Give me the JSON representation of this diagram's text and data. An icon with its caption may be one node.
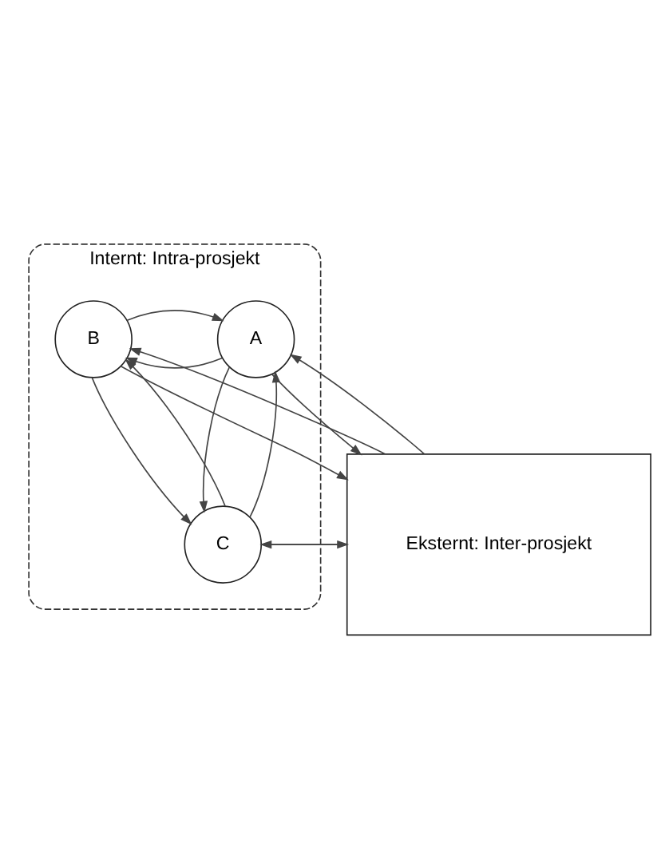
{
  "diagram": {
    "nodes": [
      {
        "text": [
          "Internt: Intra-prosjekt"
        ]
      },
      {
        "text": [
          "A"
        ],
        "in": 0
      },
      {
        "text": [
          "B"
        ],
        "in": 0
      },
      {
        "text": [
          "C"
        ],
        "in": 0
      },
      {
        "text": [
          "Eksternt: Inter-prosjekt"
        ]
      }
    ],
    "edges": [
      {
        "from": 1,
        "to": 2,
        "arrow": "to"
      },
      {
        "from": 2,
        "to": 1,
        "arrow": "to"
      },
      {
        "from": 3,
        "to": 1,
        "arrow": "to"
      },
      {
        "from": 1,
        "to": 3,
        "arrow": "to"
      },
      {
        "from": 3,
        "to": 2,
        "arrow": "to"
      },
      {
        "from": 2,
        "to": 3,
        "arrow": "to"
      },
      {
        "from": 4,
        "to": 1,
        "arrow": "to"
      },
      {
        "from": 1,
        "to": 4,
        "arrow": "to"
      },
      {
        "from": 3,
        "to": 4,
        "arrow": "to"
      },
      {
        "from": 4,
        "to": 3,
        "arrow": "to"
      },
      {
        "from": 2,
        "to": 4,
        "arrow": "to"
      },
      {
        "from": 4,
        "to": 2,
        "arrow": "to"
      }
    ]
  }
}
